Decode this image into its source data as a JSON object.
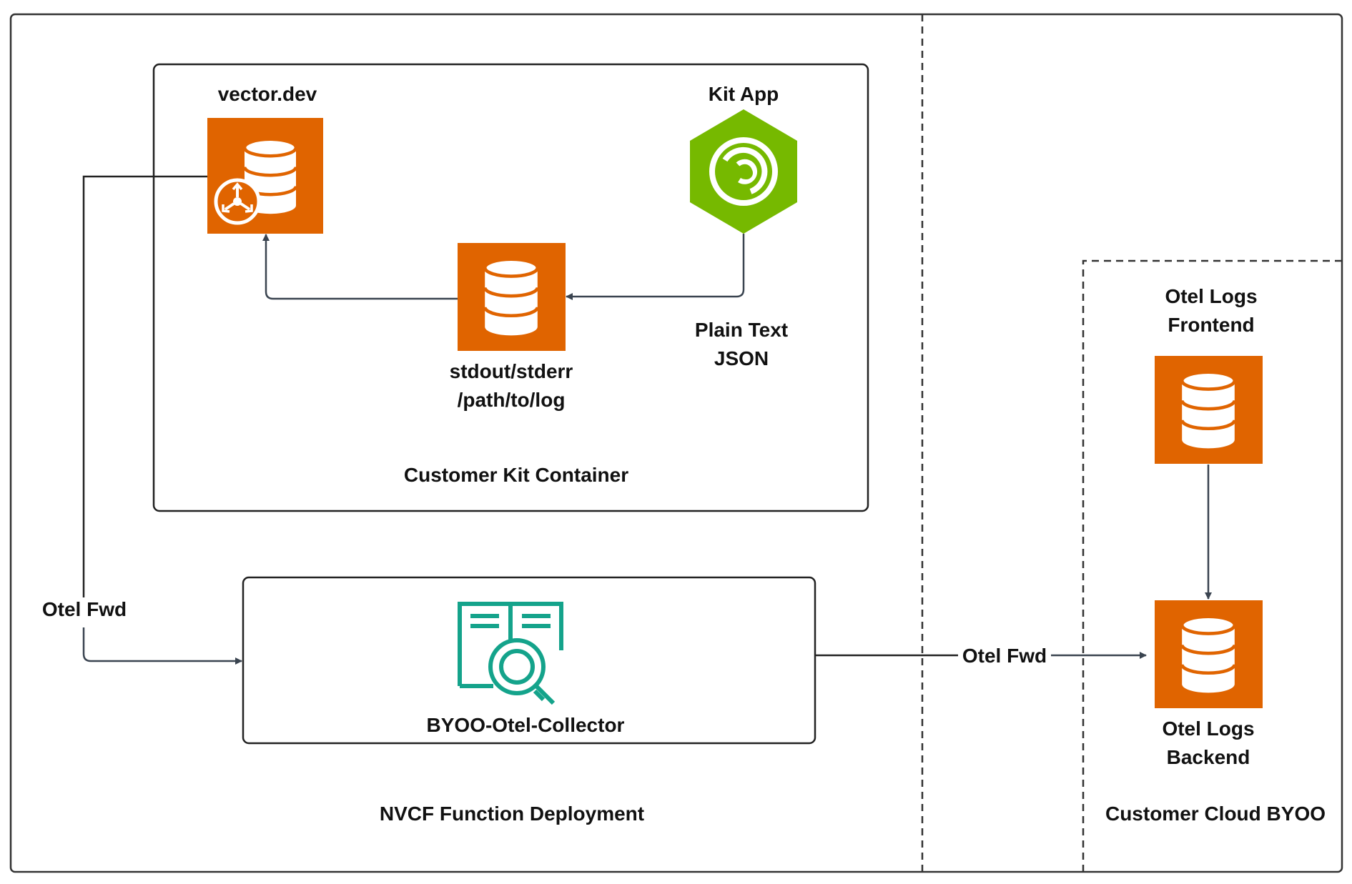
{
  "labels": {
    "vector_dev": "vector.dev",
    "kit_app": "Kit App",
    "plain_text": "Plain Text",
    "json": "JSON",
    "stdout_stderr": "stdout/stderr",
    "path_to_log": "/path/to/log",
    "customer_kit_container": "Customer Kit Container",
    "otel_fwd_left": "Otel Fwd",
    "byoo_otel_collector": "BYOO-Otel-Collector",
    "otel_fwd_right": "Otel Fwd",
    "nvcf_function_deployment": "NVCF Function Deployment",
    "otel_logs_frontend_line1": "Otel Logs",
    "otel_logs_frontend_line2": "Frontend",
    "otel_logs_backend_line1": "Otel Logs",
    "otel_logs_backend_line2": "Backend",
    "customer_cloud_byoo": "Customer Cloud BYOO"
  },
  "colors": {
    "orange": "#E06400",
    "green": "#76B900",
    "teal": "#14A38B",
    "line": "#333333",
    "arrow": "#3A4450"
  },
  "icons": {
    "vector_dev": "database-distribute-icon",
    "kit_app": "hexagon-swirl-icon",
    "stdout_log": "database-icon",
    "collector": "document-search-icon",
    "frontend": "database-icon",
    "backend": "database-icon"
  }
}
